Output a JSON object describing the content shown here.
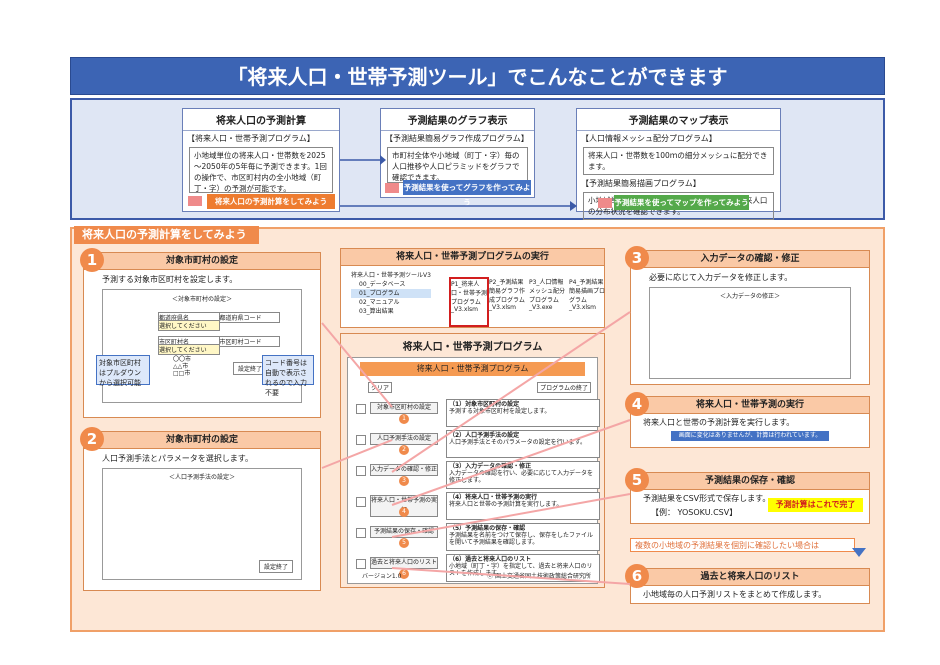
{
  "title": "「将来人口・世帯予測ツール」でこんなことができます",
  "top": {
    "cards": [
      {
        "header": "将来人口の予測計算",
        "program": "【将来人口・世帯予測プログラム】",
        "desc": "小地域単位の将来人口・世帯数を2025～2050年の5年毎に予測できます。1回の操作で、市区町村内の全小地域（町丁・字）の予測が可能です。",
        "button": "将来人口の予測計算をしてみよう"
      },
      {
        "header": "予測結果のグラフ表示",
        "program": "【予測結果簡易グラフ作成プログラム】",
        "desc": "市町村全体や小地域（町丁・字）毎の人口推移や人口ピラミッドをグラフで確認できます。",
        "button": "予測結果を使ってグラフを作ってみよう"
      },
      {
        "header": "予測結果のマップ表示",
        "program1": "【人口情報メッシュ配分プログラム】",
        "desc1": "将来人口・世帯数を100ｍの細分メッシュに配分できます。",
        "program2": "【予測結果簡易描画プログラム】",
        "desc2": "小地域単位または100ｍ細分メッシュ単位の将来人口の分布状況を確認できます。",
        "button": "予測結果を使ってマップを作ってみよう"
      }
    ]
  },
  "section_title": "将来人口の予測計算をしてみよう",
  "steps": {
    "s1": {
      "num": "1",
      "header": "対象市町村の設定",
      "text": "予測する対象市区町村を設定します。",
      "mock_title": "＜対象市町村の設定＞",
      "col1": "都道府県名",
      "col2": "都道府県コード",
      "select": "選択してください",
      "col3": "市区町村名",
      "col4": "市区町村コード",
      "items": [
        "〇〇市",
        "△△市",
        "□□市"
      ],
      "btn": "設定終了",
      "callout_left": "対象市区町村はプルダウンから選択可能",
      "callout_right": "コード番号は自動で表示されるので入力不要"
    },
    "s2": {
      "num": "2",
      "header": "対象市町村の設定",
      "text": "人口予測手法とパラメータを選択します。",
      "mock_title": "＜人口予測手法の設定＞",
      "btn": "設定終了"
    },
    "s3": {
      "num": "3",
      "header": "入力データの確認・修正",
      "text": "必要に応じて入力データを修正します。",
      "mock_title": "＜入力データの修正＞"
    },
    "s4": {
      "num": "4",
      "header": "将来人口・世帯予測の実行",
      "text": "将来人口と世帯の予測計算を実行します。",
      "note": "画面に変化はありませんが、計算は行われています。"
    },
    "s5": {
      "num": "5",
      "header": "予測結果の保存・確認",
      "text": "予測結果をCSV形式で保存します。",
      "example": "【例： YOSOKU.CSV】",
      "done": "予測計算はこれで完了"
    },
    "note_multi": "複数の小地域の予測結果を個別に確認したい場合は",
    "s6": {
      "num": "6",
      "header": "過去と将来人口のリスト",
      "text": "小地域毎の人口予測リストをまとめて作成します。"
    }
  },
  "center": {
    "run_header": "将来人口・世帯予測プログラムの実行",
    "folders": [
      "将来人口・世帯予測ツールV3",
      "00_データベース",
      "01_プログラム",
      "02_マニュアル",
      "03_算出結果"
    ],
    "files": [
      "P1_将来人口・世帯予測プログラム_V3.xlsm",
      "P2_予測結果簡易グラフ作成プログラム_V3.xlsm",
      "P3_人口情報メッシュ配分プログラム_V3.exe",
      "P4_予測結果簡易描画プログラム_V3.xlsm"
    ],
    "prog_header": "将来人口・世帯予測プログラム",
    "prog_title": "将来人口・世帯予測プログラム",
    "clear": "クリア",
    "end": "プログラムの終了",
    "rows": [
      {
        "btn": "対象市区町村の設定",
        "n": "1",
        "t": "（1）対象市区町村の設定",
        "d": "予測する対象市区町村を設定します。"
      },
      {
        "btn": "人口予測手法の設定",
        "n": "2",
        "t": "（2）人口予測手法の設定",
        "d": "人口予測手法とそのパラメータの設定を行います。"
      },
      {
        "btn": "入力データの確認・修正",
        "n": "3",
        "t": "（3）入力データの確認・修正",
        "d": "入力データの確認を行い、必要に応じて入力データを修正します。"
      },
      {
        "btn": "将来人口・世帯予測の実行",
        "n": "4",
        "t": "（4）将来人口・世帯予測の実行",
        "d": "将来人口と世帯の予測計算を実行します。"
      },
      {
        "btn": "予測結果の保存・確認",
        "n": "5",
        "t": "（5）予測結果の保存・確認",
        "d": "予測結果を名前をつけて保存し、保存をしたファイルを開いて予測結果を確認します。"
      },
      {
        "btn": "過去と将来人口のリスト",
        "n": "6",
        "t": "（6）過去と将来人口のリスト",
        "d": "小地域（町丁・字）を指定して、過去と将来人口のリストを作成します。"
      }
    ],
    "version": "バージョン1.0",
    "copyright": "Ⓒ 国土交通省国土技術政策総合研究所"
  }
}
